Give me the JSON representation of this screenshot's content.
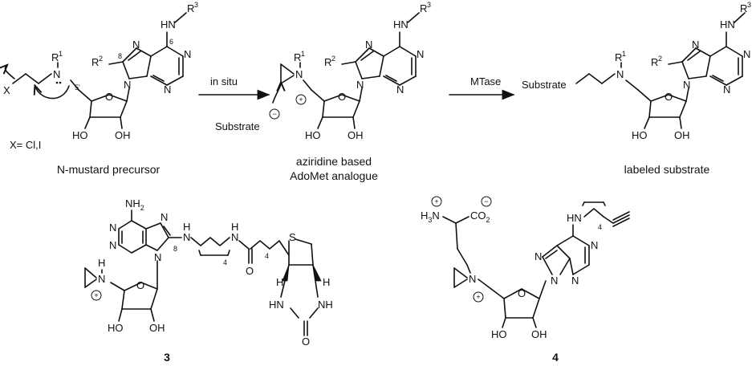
{
  "labels": {
    "r1": "R",
    "r1_sup": "1",
    "r2": "R",
    "r2_sup": "2",
    "r3": "R",
    "r3_sup": "3",
    "hn": "HN",
    "n": "N",
    "x": "X",
    "ho": "HO",
    "oh": "OH",
    "o": "O",
    "h": "H",
    "s": "S",
    "nh": "NH",
    "hn_ring": "HN",
    "nh2": "NH",
    "nh2_sub": "2",
    "h3n": "H",
    "h3n_sub": "3",
    "h3n_n": "N",
    "co2": "CO",
    "co2_sub": "2",
    "hn_linker": "H",
    "hn_linker_n": "N",
    "plus": "+",
    "minus": "−",
    "num_6": "6",
    "num_8": "8",
    "num_5p": "5'",
    "num_8b": "8",
    "num_4a": "4",
    "num_4b": "4",
    "num_4c": "4",
    "x_def": "X= Cl,I",
    "substrate_left": "Substrate",
    "substrate_right": "Substrate"
  },
  "arrows": {
    "step1": "in situ",
    "step2": "MTase"
  },
  "captions": {
    "precursor": "N-mustard precursor",
    "aziridine_line1": "aziridine based",
    "aziridine_line2": "AdoMet analogue",
    "labeled": "labeled substrate"
  },
  "compounds": {
    "c3": "3",
    "c4": "4"
  }
}
